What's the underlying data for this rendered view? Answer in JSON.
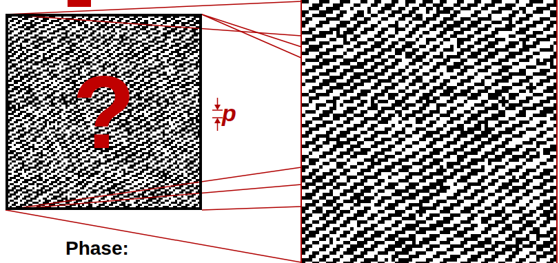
{
  "diagram": {
    "nodes": [
      {
        "text": [
          "?"
        ]
      }
    ],
    "labels": [
      "p",
      "Phase:"
    ]
  }
}
